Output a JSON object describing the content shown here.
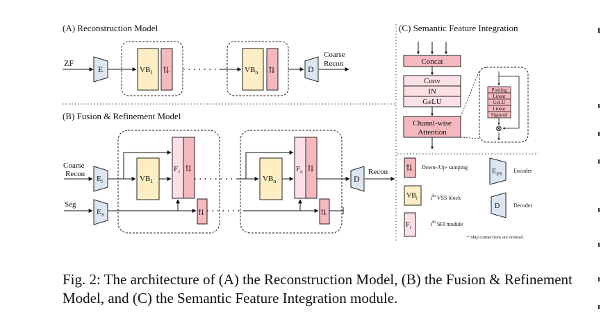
{
  "section_a_title": "(A) Reconstruction Model",
  "section_b_title": "(B) Fusion & Refinement  Model",
  "section_c_title": "(C) Semantic Feature Integration",
  "zf_label": "ZF",
  "e_label": "E",
  "vb1_label": "VB",
  "vb1_sub": "1",
  "vbn_label": "VB",
  "vbn_sub": "n",
  "d_label": "D",
  "coarse_recon_out": [
    "Coarse",
    "Recon"
  ],
  "coarse_recon_in": [
    "Coarse",
    "Recon"
  ],
  "seg_label": "Seg",
  "ei_label": "E",
  "ei_sub": "I",
  "es_label": "E",
  "es_sub": "S",
  "f1_label": "F",
  "f1_sub": "1",
  "fn_label": "F",
  "fn_sub": "n",
  "recon_out": "Recon",
  "dots": "· · · · ·",
  "sfi": {
    "concat": "Concat",
    "conv": "Conv",
    "in": "IN",
    "gelu": "GeLU",
    "attention": [
      "Channl-wise",
      "Attention"
    ],
    "detail": [
      "Pooling",
      "Linear",
      "GeLU",
      "Linear",
      "Sigmoid"
    ],
    "multiply": "⊗"
  },
  "legend": {
    "updown": "Down-/Up- samping",
    "encoder_box": "E",
    "encoder_box_sub": "I/S",
    "encoder": "Encoder",
    "vb_box": "VB",
    "vb_box_sub": "i",
    "vss_prefix": "i",
    "vss_sup": "th",
    "vss_text": " VSS block",
    "decoder_box": "D",
    "decoder": "Decoder",
    "f_box": "F",
    "f_box_sub": "i",
    "sfi_prefix": "i",
    "sfi_sup": "th",
    "sfi_text": " SFI module",
    "note": "* Skip connections are omitted."
  },
  "caption": "Fig. 2: The architecture of (A) the Reconstruction Model, (B) the Fusion & Refinement Model, and (C) the Semantic Feature Integration module.",
  "colors": {
    "vb_fill": "#fdefc3",
    "ud_fill": "#f5b8be",
    "f_fill": "#fbe0e6",
    "enc_fill": "#dce6f2",
    "sfi_fill": "#fbe0e6",
    "attn_fill": "#f5b8be"
  }
}
